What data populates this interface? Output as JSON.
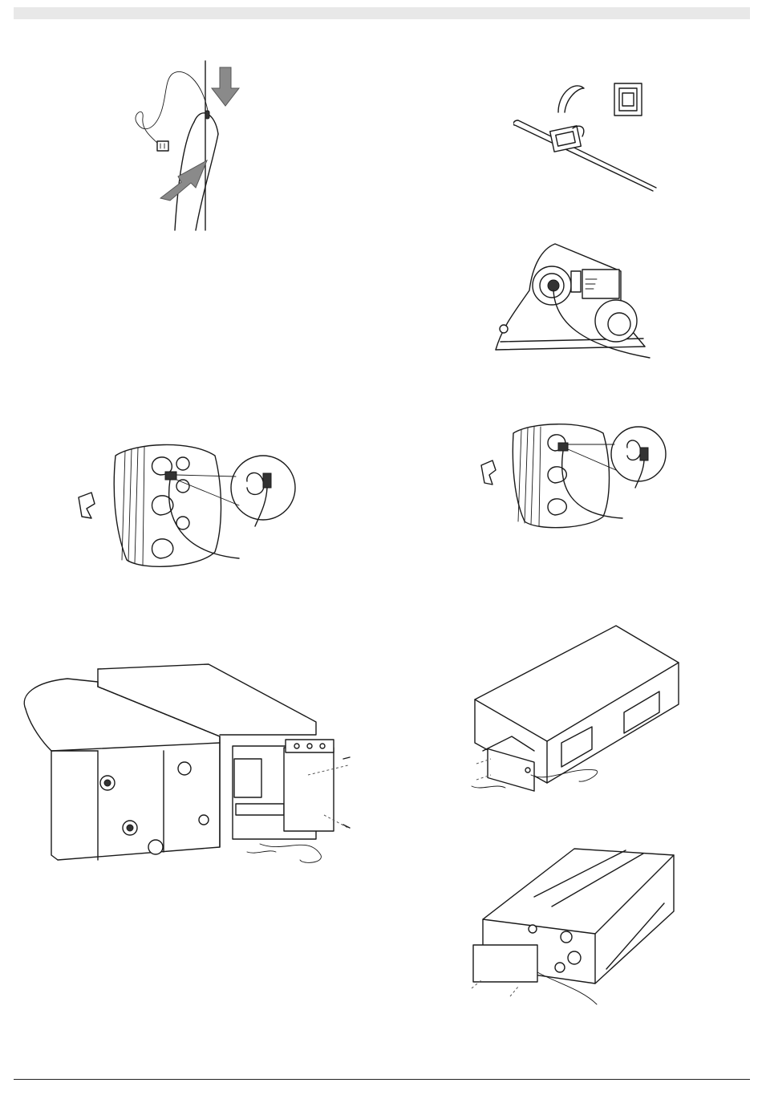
{
  "header": {
    "bar_color": "#e8e8e8"
  },
  "footer": {
    "rule_color": "#222222"
  },
  "figures": [
    {
      "id": "sensor-on-pipe",
      "icon": "sensor-pipe-illustration"
    },
    {
      "id": "sensor-clip-kit",
      "icon": "sensor-clip-illustration"
    },
    {
      "id": "sensor-at-connector",
      "icon": "connector-illustration"
    },
    {
      "id": "coil-clip-left",
      "icon": "coil-clip-illustration"
    },
    {
      "id": "coil-clip-right",
      "icon": "coil-clip-illustration"
    },
    {
      "id": "unit-box-open",
      "icon": "unit-open-illustration"
    },
    {
      "id": "unit-box-front",
      "icon": "unit-box-illustration"
    },
    {
      "id": "unit-box-rear",
      "icon": "unit-box-illustration"
    }
  ]
}
